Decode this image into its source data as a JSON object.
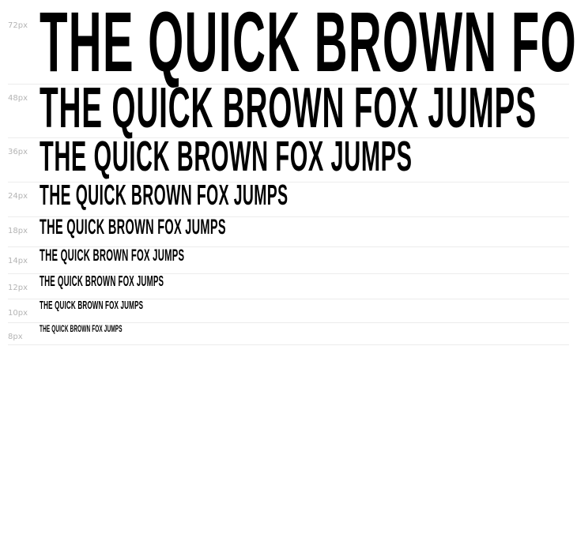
{
  "sample_text": "THE QUICK BROWN FOX JUMPS",
  "rows": [
    {
      "label": "72px",
      "size": 72
    },
    {
      "label": "48px",
      "size": 48
    },
    {
      "label": "36px",
      "size": 36
    },
    {
      "label": "24px",
      "size": 24
    },
    {
      "label": "18px",
      "size": 18
    },
    {
      "label": "14px",
      "size": 14
    },
    {
      "label": "12px",
      "size": 12
    },
    {
      "label": "10px",
      "size": 10
    },
    {
      "label": "8px",
      "size": 8
    }
  ]
}
